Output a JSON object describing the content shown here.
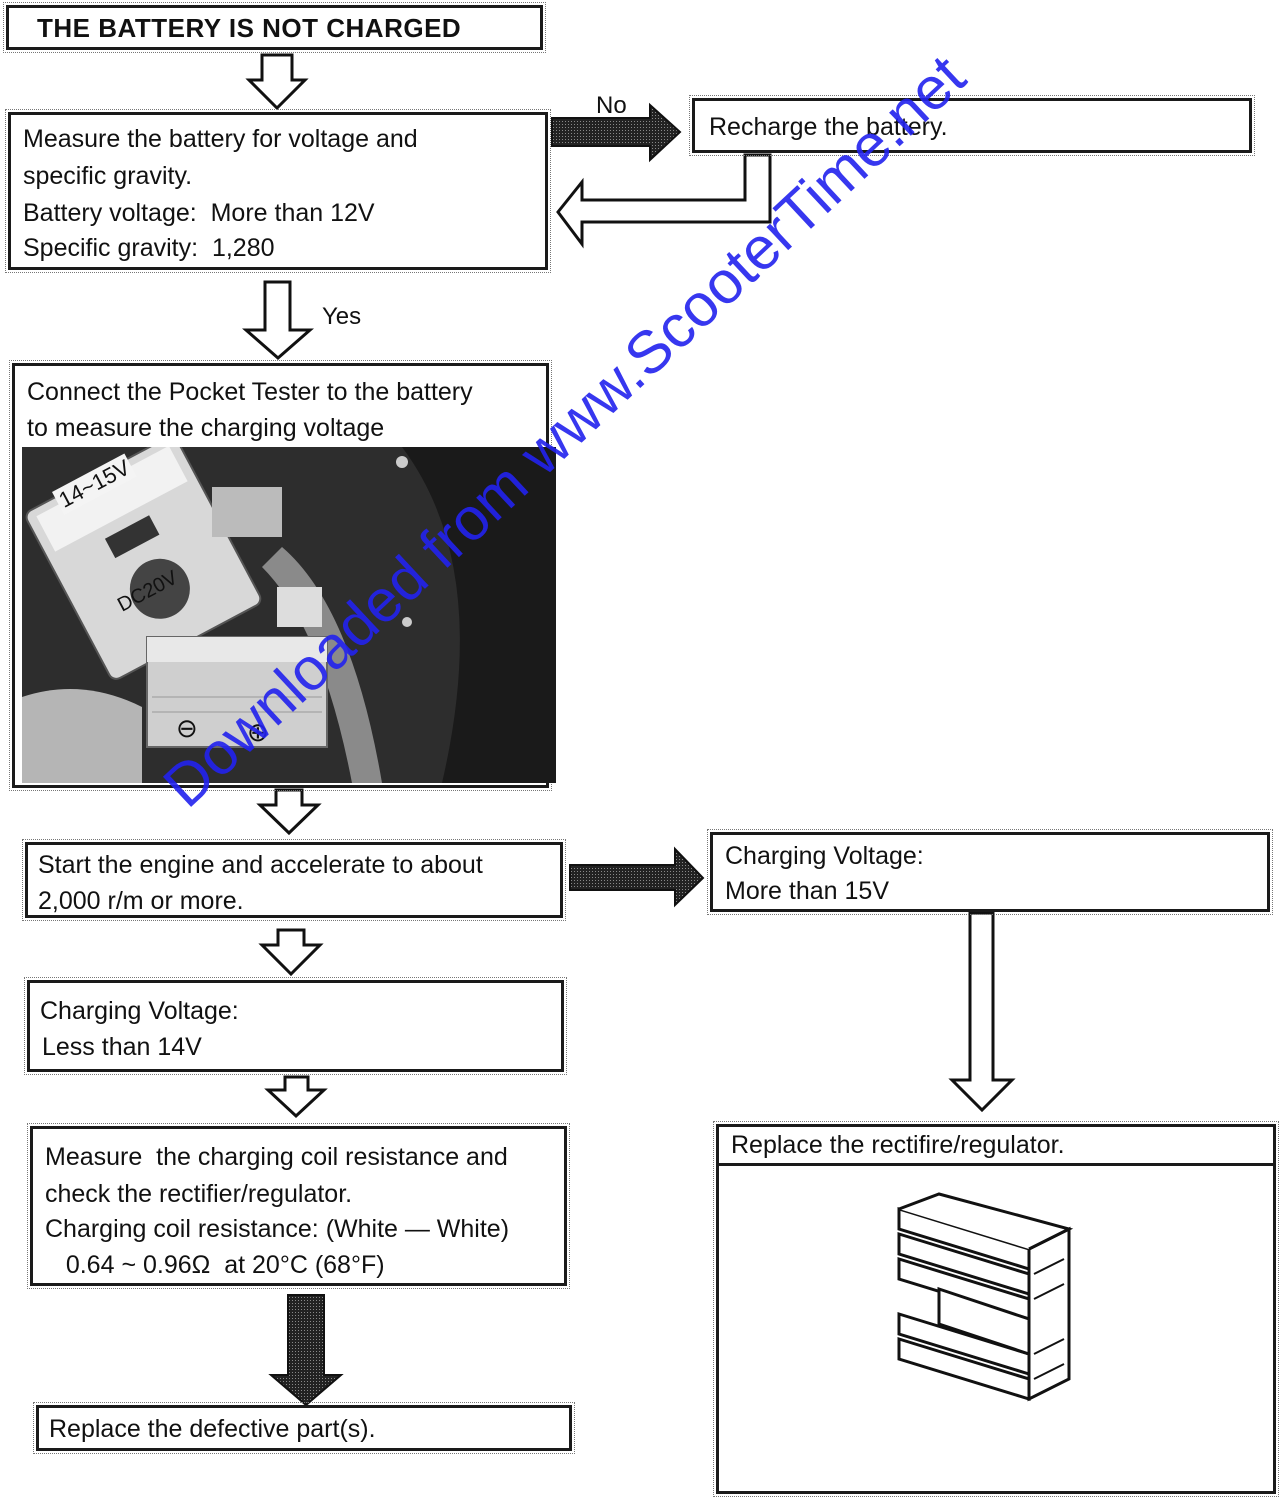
{
  "title": "THE BATTERY IS NOT CHARGED",
  "measure_battery": {
    "lines": [
      "Measure the battery for voltage and",
      "specific gravity.",
      "Battery voltage:  More than 12V",
      "Specific gravity:  1,280"
    ]
  },
  "recharge": "Recharge the battery.",
  "label_no": "No",
  "label_yes": "Yes",
  "connect_tester": {
    "lines": [
      "Connect the Pocket Tester to the battery",
      "to measure the charging voltage"
    ]
  },
  "photo": {
    "meter_label": "14~15V",
    "range_label": "DC20V",
    "minus_symbol": "⊖",
    "plus_symbol": "⊕"
  },
  "start_engine": {
    "lines": [
      "Start the engine and accelerate to about",
      "2,000 r/m or more."
    ]
  },
  "voltage_high": {
    "lines": [
      "Charging Voltage:",
      "More than 15V"
    ]
  },
  "voltage_low": {
    "lines": [
      "Charging Voltage:",
      "Less than 14V"
    ]
  },
  "measure_coil": {
    "lines": [
      "Measure  the charging coil resistance and",
      "check the rectifier/regulator.",
      "Charging coil resistance: (White — White)",
      "   0.64 ~ 0.96Ω  at 20°C (68°F)"
    ]
  },
  "replace_defective": "Replace the defective part(s).",
  "replace_rectifier": "Replace the rectifire/regulator.",
  "watermark": "Downloaded from www.ScooterTime.net"
}
